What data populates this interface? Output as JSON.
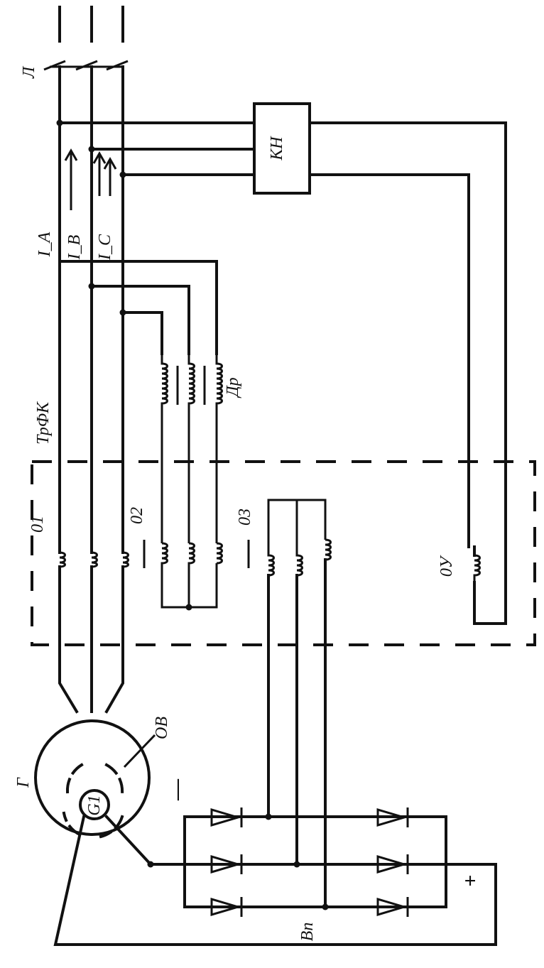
{
  "labels": {
    "line": "Л",
    "current_a": "I_A",
    "current_b": "I_B",
    "current_c": "I_C",
    "kn": "КН",
    "trfk": "ТрФК",
    "dr": "Др",
    "w1": "01",
    "w2": "02",
    "w3": "03",
    "wu": "0У",
    "gen": "Г",
    "ov": "ОВ",
    "g1": "G1",
    "vp": "Вп",
    "minus": "—",
    "plus": "+"
  },
  "colors": {
    "ink": "#111111",
    "paper": "#ffffff"
  }
}
